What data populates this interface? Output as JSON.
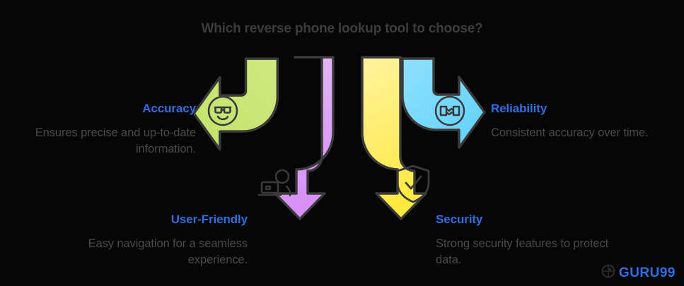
{
  "header": {
    "title": "Which reverse phone lookup tool to choose?"
  },
  "colors": {
    "background": "#060606",
    "title_text": "#3c3c3c",
    "label_accent": "#2f6fe4",
    "body_text": "#4a4a4a",
    "arrow_stroke": "#3a3a3a",
    "accuracy_arrow": "#c5e572",
    "user_friendly_arrow": "#dda5f5",
    "security_arrow": "#ffee66",
    "reliability_arrow": "#72d8fb",
    "logo_blue": "#2f6fe4"
  },
  "items": [
    {
      "id": "accuracy",
      "label": "Accuracy",
      "description": "Ensures precise and up-to-date information.",
      "icon": "sunglasses-smiley-icon",
      "color": "#c5e572",
      "direction": "left"
    },
    {
      "id": "reliability",
      "label": "Reliability",
      "description": "Consistent accuracy over time.",
      "icon": "handshake-icon",
      "color": "#72d8fb",
      "direction": "right"
    },
    {
      "id": "user-friendly",
      "label": "User-Friendly",
      "description": "Easy navigation for a seamless experience.",
      "icon": "person-laptop-icon",
      "color": "#dda5f5",
      "direction": "down"
    },
    {
      "id": "security",
      "label": "Security",
      "description": "Strong security features to protect data.",
      "icon": "shield-check-icon",
      "color": "#ffee66",
      "direction": "down"
    }
  ],
  "logo": {
    "wordmark": "GURU99",
    "mark_icon": "guru99-globe-icon"
  }
}
